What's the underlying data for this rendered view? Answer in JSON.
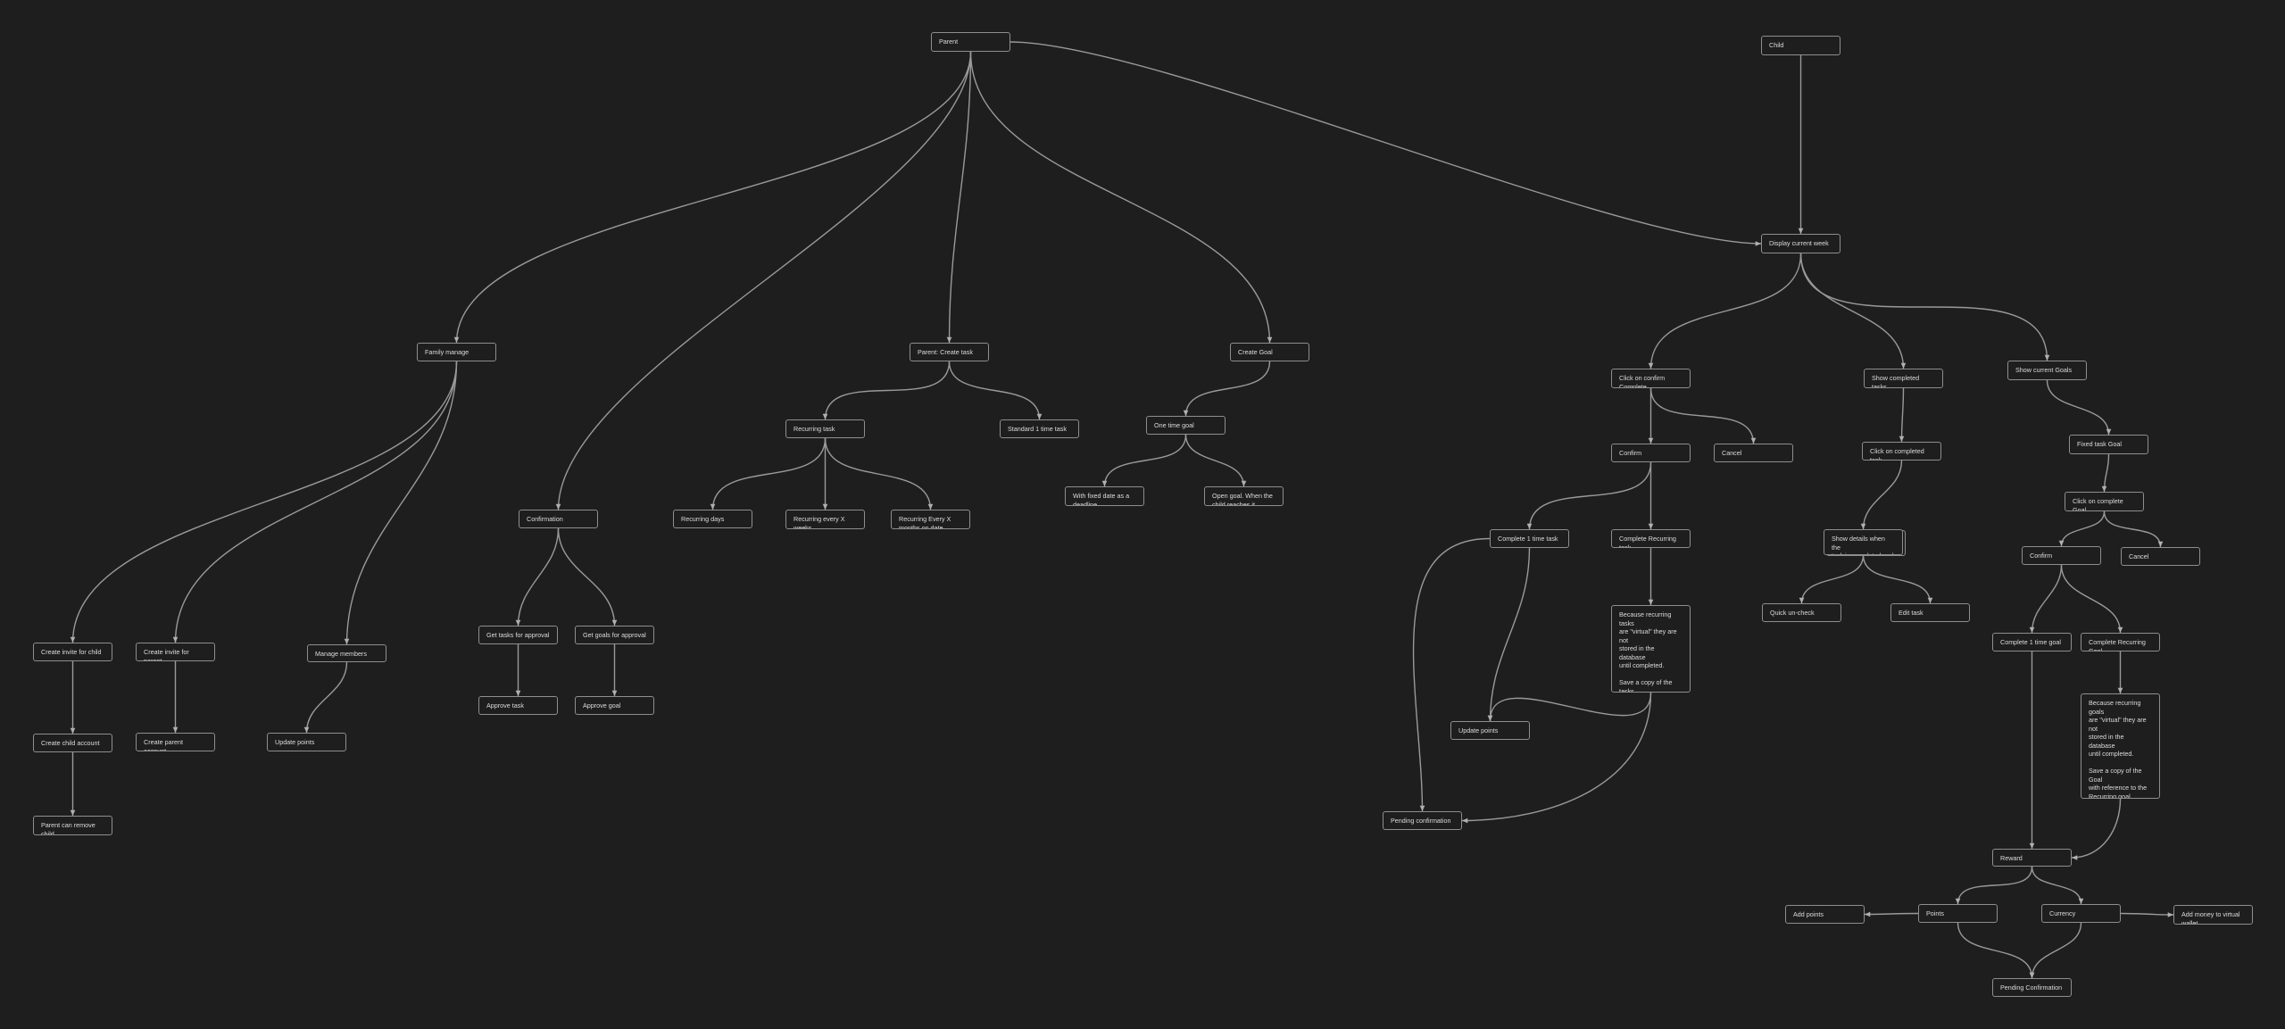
{
  "diagram": {
    "nodes": {
      "parent": "Parent",
      "child": "Child",
      "family_manage": "Family manage",
      "parent_create_task": "Parent: Create task",
      "create_goal": "Create Goal",
      "display_current_week": "Display current week",
      "recurring_task": "Recurring task",
      "standard_task": "Standard 1 time task",
      "one_time_goal": "One time goal",
      "with_fixed_date": "With fixed date as a\ndeadline",
      "open_goal": "Open goal. When the\nchild reaches it.",
      "confirmation": "Confirmation",
      "recurring_days": "Recurring days",
      "recurring_weeks": "Recurring every X weeks\non Days",
      "recurring_months": "Recurring Every X\nmonths on date",
      "create_invite_child": "Create invite for child",
      "create_invite_parent": "Create invite for parent",
      "manage_members": "Manage members",
      "create_child_account": "Create child account",
      "create_parent_account": "Create parent account",
      "update_points_left": "Update points",
      "parent_remove_child": "Parent can remove child\nfrom family",
      "get_tasks_approval": "Get tasks for approval",
      "get_goals_approval": "Get goals for approval",
      "approve_task": "Approve task",
      "approve_goal": "Approve goal",
      "click_confirm_complete": "Click on confirm\nComplete",
      "show_completed_tasks": "Show completed tasks",
      "show_current_goals": "Show current Goals",
      "confirm_a": "Confirm",
      "cancel_a": "Cancel",
      "click_completed_task": "Click on completed task",
      "fixed_task_goal": "Fixed task Goal",
      "click_complete_goal": "Click on complete Goal",
      "confirm_b": "Confirm",
      "cancel_b": "Cancel",
      "complete_one_time_task": "Complete 1 time task",
      "complete_recurring_task": "Complete Recurring task",
      "show_details": "Show details when the\ntask is completed and\nadd/uncheck",
      "quick_uncheck": "Quick un-check",
      "edit_task": "Edit task",
      "recurring_tasks_note": "Because recurring tasks\nare \"virtual\" they are not\nstored in the database\nuntil completed.\n\nSave a copy of the tasks\nwith reference to the\nRecurring tasks",
      "update_points_mid": "Update points",
      "pending_confirmation_a": "Pending confirmation",
      "complete_one_time_goal": "Complete 1 time goal",
      "complete_recurring_goal": "Complete Recurring Goal",
      "recurring_goals_note": "Because recurring goals\nare \"virtual\" they are not\nstored in the database\nuntil completed.\n\nSave a copy of the Goal\nwith reference to the\nRecurring goal",
      "reward": "Reward",
      "points": "Points",
      "currency": "Currency",
      "add_points": "Add points",
      "add_money_wallet": "Add money to virtual\nwallet",
      "pending_confirmation_b": "Pending Confirmation"
    }
  }
}
